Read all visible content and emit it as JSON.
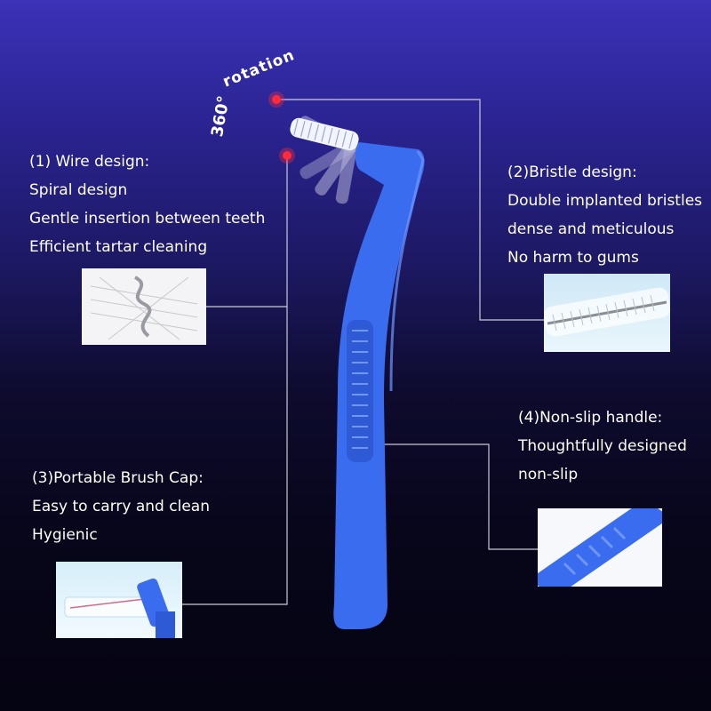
{
  "rotation": {
    "degrees": "360°",
    "word": "rotation"
  },
  "features": {
    "wire": {
      "title": "(1) Wire design:",
      "lines": [
        "Spiral design",
        "Gentle insertion between teeth",
        "Efficient tartar cleaning"
      ]
    },
    "bristle": {
      "title": "(2)Bristle design:",
      "lines": [
        "Double implanted bristles",
        "dense and meticulous",
        "No harm to gums"
      ]
    },
    "cap": {
      "title": "(3)Portable Brush Cap:",
      "lines": [
        "Easy to carry and clean",
        "Hygienic"
      ]
    },
    "handle": {
      "title": "(4)Non-slip handle:",
      "lines": [
        "Thoughtfully designed",
        "non-slip"
      ]
    }
  },
  "colors": {
    "brush_blue": "#3a6cf0",
    "marker_red": "#ff2a3a",
    "leader_line": "#c9c9d6"
  }
}
